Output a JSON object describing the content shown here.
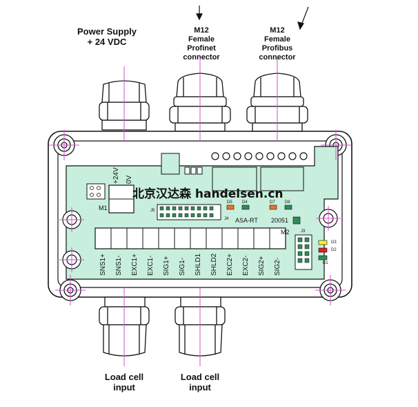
{
  "labels": {
    "power_supply_line1": "Power Supply",
    "power_supply_line2": "+ 24 VDC",
    "profinet_line1": "M12",
    "profinet_line2": "Female",
    "profinet_line3": "Profinet",
    "profinet_line4": "connector",
    "profibus_line1": "M12",
    "profibus_line2": "Female",
    "profibus_line3": "Profibus",
    "profibus_line4": "connector",
    "loadcell1_line1": "Load cell",
    "loadcell1_line2": "input",
    "loadcell2_line1": "Load cell",
    "loadcell2_line2": "input"
  },
  "board": {
    "watermark": "北京汉达森 handelsen.cn",
    "plus24v": "+24V",
    "zero_v": "0V",
    "m1": "M1",
    "m2": "M2",
    "j5": "J5",
    "j4": "J4",
    "j3": "J3",
    "model": "ASA-RT",
    "code": "20051",
    "led_labels": [
      "D5",
      "D4",
      "D7",
      "D6"
    ],
    "status_leds": [
      "D3",
      "D2",
      "D1"
    ],
    "terminals": [
      "SNS1+",
      "SNS1-",
      "EXC1+",
      "EXC1-",
      "SIG1+",
      "SIG1-",
      "SHLD1",
      "SHLD2",
      "EXC2+",
      "EXC2-",
      "SIG2+",
      "SIG2-"
    ]
  },
  "colors": {
    "pcb_green": "#c8eedd",
    "pcb_outline": "#1a1a1a",
    "guide_line": "#d14fd1",
    "led_orange": "#e8742a",
    "led_green": "#2e8b57",
    "led_yellow": "#f2f23a",
    "led_red": "#e02020"
  }
}
